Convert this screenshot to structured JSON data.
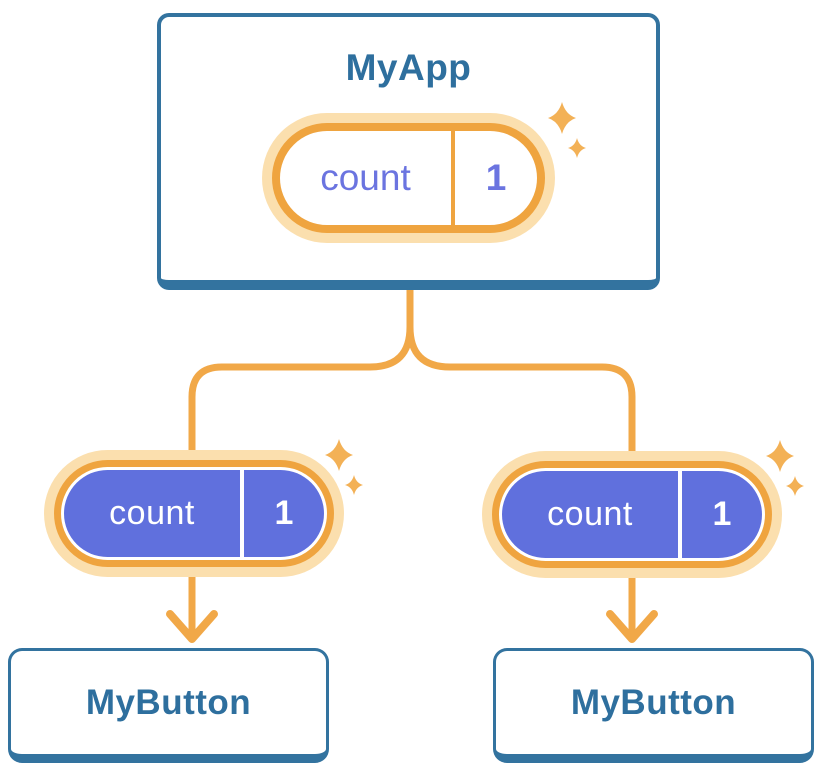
{
  "root": {
    "title": "MyApp",
    "state": {
      "label": "count",
      "value": "1"
    }
  },
  "children": [
    {
      "title": "MyButton",
      "prop": {
        "label": "count",
        "value": "1"
      }
    },
    {
      "title": "MyButton",
      "prop": {
        "label": "count",
        "value": "1"
      }
    }
  ],
  "colors": {
    "card_border_blue": "#33739f",
    "title_text_blue": "#2e6f9e",
    "pill_fill_purple": "#6070dd",
    "pill_text_purple": "#6b74e0",
    "ring_orange": "#efa43f",
    "glow_light_orange": "#fbdfae",
    "connector_orange": "#f1a848",
    "sparkle_orange": "#f3b156"
  },
  "icons": {
    "sparkle": "sparkle-icon",
    "arrow": "arrow-down-icon"
  }
}
